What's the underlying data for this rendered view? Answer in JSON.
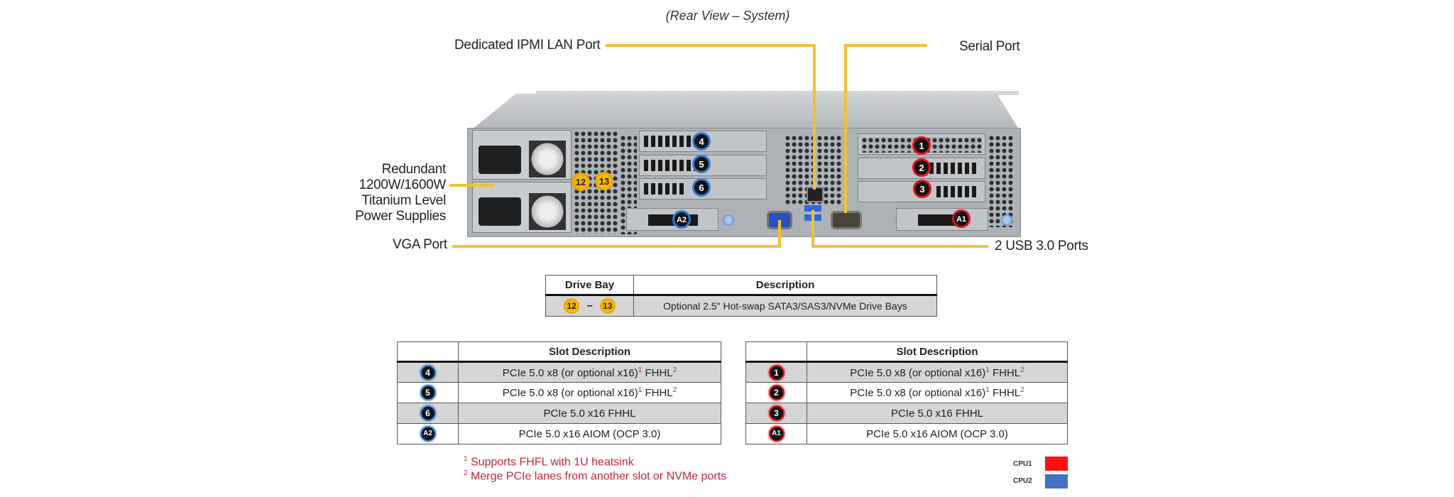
{
  "title": "(Rear View – System)",
  "callouts": {
    "ipmi": "Dedicated IPMI  LAN Port",
    "serial": "Serial Port",
    "psu": [
      "Redundant",
      "1200W/1600W",
      "Titanium  Level",
      "Power Supplies"
    ],
    "vga": "VGA Port",
    "usb": "2 USB 3.0 Ports"
  },
  "badges": {
    "drive": [
      "12",
      "13"
    ],
    "cpu2_slots": [
      "4",
      "5",
      "6",
      "A2"
    ],
    "cpu1_slots": [
      "1",
      "2",
      "3",
      "A1"
    ]
  },
  "drive_table": {
    "headers": [
      "Drive Bay",
      "Description"
    ],
    "row": {
      "from": "12",
      "dash": "–",
      "to": "13",
      "description": "Optional  2.5\"  Hot-swap  SATA3/SAS3/NVMe  Drive  Bays"
    }
  },
  "slot_tables": {
    "header": "Slot Description",
    "left": [
      {
        "slot": "4",
        "text": "PCIe 5.0 x8 (or optional x16)",
        "sup1": "1",
        "text2": " FHHL",
        "sup2": "2"
      },
      {
        "slot": "5",
        "text": "PCIe 5.0 x8 (or optional x16)",
        "sup1": "1",
        "text2": " FHHL",
        "sup2": "2"
      },
      {
        "slot": "6",
        "text": "PCIe 5.0 x16 FHHL",
        "sup1": "",
        "text2": "",
        "sup2": ""
      },
      {
        "slot": "A2",
        "text": "PCIe 5.0 x16 AIOM (OCP 3.0)",
        "sup1": "",
        "text2": "",
        "sup2": ""
      }
    ],
    "right": [
      {
        "slot": "1",
        "text": "PCIe 5.0 x8 (or optional x16)",
        "sup1": "1",
        "text2": " FHHL",
        "sup2": "2"
      },
      {
        "slot": "2",
        "text": "PCIe 5.0 x8 (or optional x16)",
        "sup1": "1",
        "text2": " FHHL",
        "sup2": "2"
      },
      {
        "slot": "3",
        "text": "PCIe 5.0 x16 FHHL",
        "sup1": "",
        "text2": "",
        "sup2": ""
      },
      {
        "slot": "A1",
        "text": "PCIe 5.0 x16 AIOM (OCP 3.0)",
        "sup1": "",
        "text2": "",
        "sup2": ""
      }
    ]
  },
  "footnotes": [
    {
      "mark": "1",
      "text": " Supports FHFL with 1U heatsink"
    },
    {
      "mark": "2",
      "text": " Merge PCIe lanes from another slot or NVMe  ports"
    }
  ],
  "legend": [
    {
      "label": "CPU1",
      "color": "#ff1010"
    },
    {
      "label": "CPU2",
      "color": "#4472c4"
    }
  ],
  "colors": {
    "leader": "#f2c12e",
    "cpu1": "#e0121a",
    "cpu2": "#2f7fd8",
    "drive": "#f5b800",
    "footnote": "#c0283a"
  }
}
